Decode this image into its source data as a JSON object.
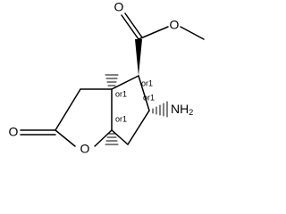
{
  "molecule": {
    "atoms": {
      "ring_oxygen": "O",
      "carbonyl_oxygen": "O",
      "ester_carbonyl_oxygen": "O",
      "ester_oxygen": "O",
      "amine_symbol": "NH",
      "amine_subscript": "2"
    },
    "stereo_labels": {
      "c4": "or1",
      "c3a": "or1",
      "c5": "or1",
      "c6a": "or1"
    }
  }
}
